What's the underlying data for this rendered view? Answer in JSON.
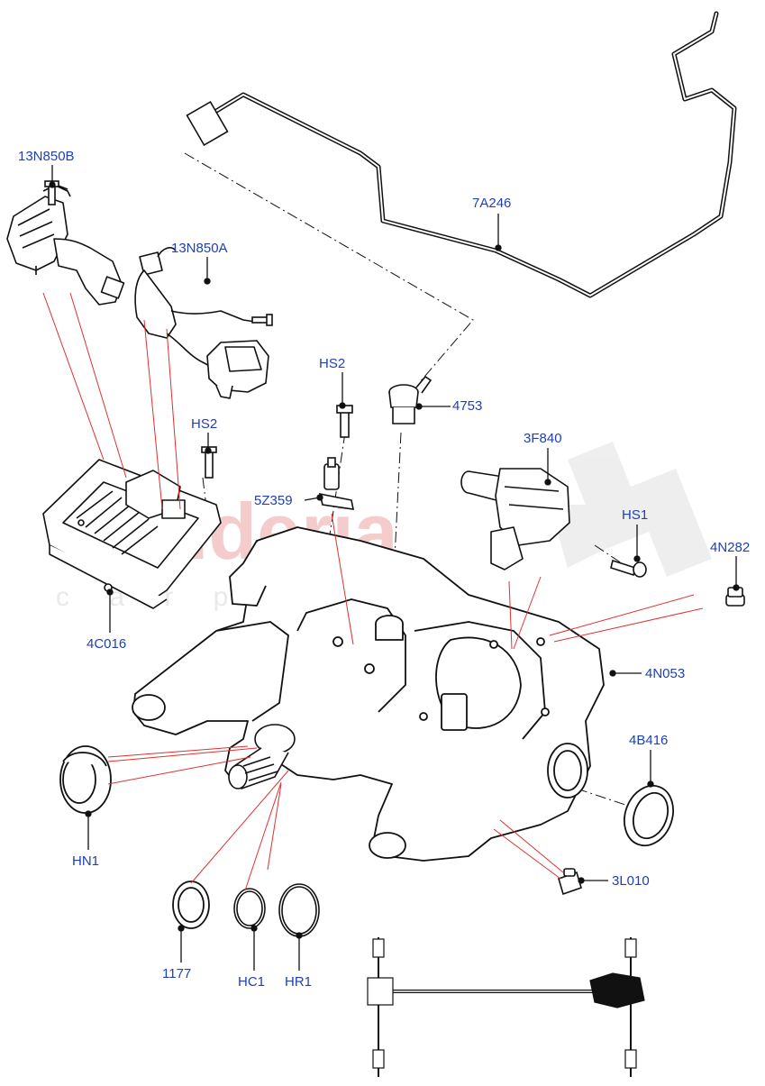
{
  "watermark": {
    "brand": "Scuderia",
    "subline": "c a r p a r t s",
    "color": "#f2b8b8"
  },
  "colors": {
    "callout_text": "#1f3fb5",
    "leader_red": "#e03030",
    "outline": "#111111"
  },
  "callouts": [
    {
      "id": "13N850B",
      "label": "13N850B"
    },
    {
      "id": "13N850A",
      "label": "13N850A"
    },
    {
      "id": "7A246",
      "label": "7A246"
    },
    {
      "id": "HS2-left",
      "label": "HS2"
    },
    {
      "id": "HS2-center",
      "label": "HS2"
    },
    {
      "id": "4753",
      "label": "4753"
    },
    {
      "id": "3F840",
      "label": "3F840"
    },
    {
      "id": "5Z359",
      "label": "5Z359"
    },
    {
      "id": "HS1",
      "label": "HS1"
    },
    {
      "id": "4N282",
      "label": "4N282"
    },
    {
      "id": "4C016",
      "label": "4C016"
    },
    {
      "id": "4N053",
      "label": "4N053"
    },
    {
      "id": "4B416",
      "label": "4B416"
    },
    {
      "id": "HN1",
      "label": "HN1"
    },
    {
      "id": "3L010",
      "label": "3L010"
    },
    {
      "id": "1177",
      "label": "1177"
    },
    {
      "id": "HC1",
      "label": "HC1"
    },
    {
      "id": "HR1",
      "label": "HR1"
    }
  ]
}
